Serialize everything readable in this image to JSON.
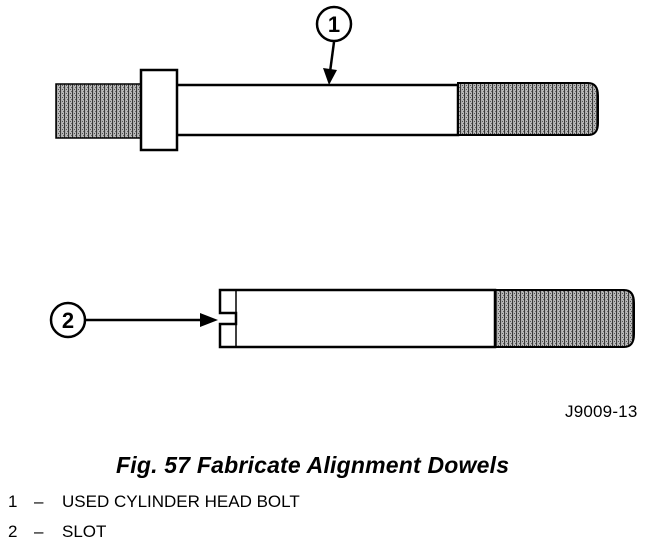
{
  "figure": {
    "callouts": [
      {
        "number": "1"
      },
      {
        "number": "2"
      }
    ],
    "drawing_code": "J9009-13"
  },
  "caption": "Fig. 57 Fabricate Alignment Dowels",
  "legend": [
    {
      "number": "1",
      "dash": "–",
      "text": "USED CYLINDER HEAD BOLT"
    },
    {
      "number": "2",
      "dash": "–",
      "text": "SLOT"
    }
  ]
}
